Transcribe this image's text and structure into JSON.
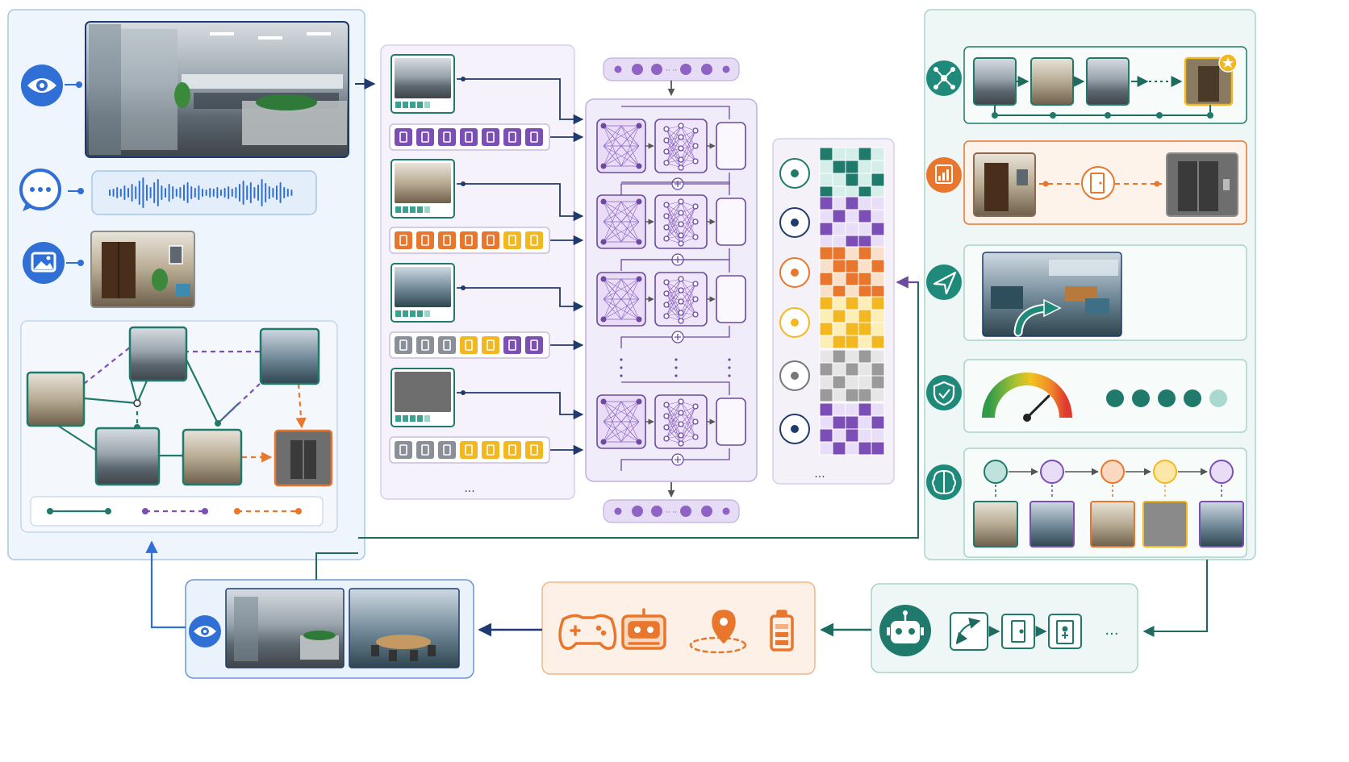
{
  "palette": {
    "teal": "#1f7a6b",
    "teal_light": "#e9f5f2",
    "purple": "#7b4fb5",
    "purple_light": "#f1ecfa",
    "orange": "#e8762c",
    "orange_light": "#fdf0e6",
    "yellow": "#f3b81f",
    "blue": "#2f6fd6",
    "blue_light": "#eaf2fc",
    "navy": "#1f3a6e",
    "gray": "#8a8f98"
  },
  "icons": {
    "input": [
      "eye-icon",
      "chat-bubble-icon",
      "image-icon"
    ],
    "token_grid": [
      "graph-node-icon",
      "move-arrows-icon",
      "door-icon",
      "lock-icon",
      "coins-icon",
      "bar-chart-icon"
    ],
    "heads": [
      "network-icon",
      "chart-icon",
      "navigate-arrow-icon",
      "shield-icon",
      "brain-icon"
    ],
    "hardware": [
      "gamepad-icon",
      "robot-head-icon",
      "location-pin-icon",
      "battery-icon"
    ],
    "agent": "robot-icon",
    "feedback": "eye-icon"
  },
  "ellipsis": {
    "token_list": "...",
    "token_grid": "...",
    "action_chain": "...",
    "latent": "·· ··"
  },
  "gauge": {
    "level": 0.75
  },
  "confidence_dots": {
    "filled": 4,
    "total": 5
  }
}
